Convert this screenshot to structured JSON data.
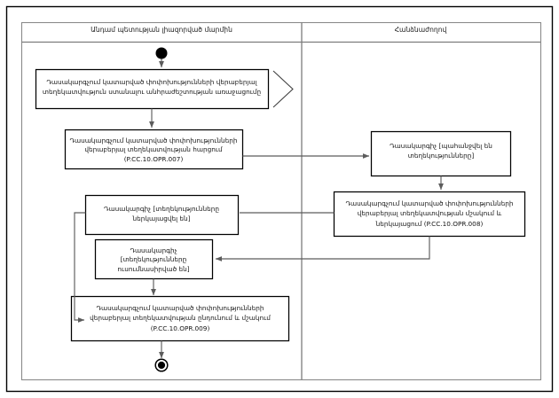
{
  "diagram": {
    "type": "uml-activity-diagram",
    "title": "",
    "background_color": "#ffffff",
    "line_color": "#5c5c5c",
    "node_border_color": "#000000"
  },
  "lanes": [
    {
      "id": "lane-left",
      "title": "Անդամ պետության լիազորված մարմին"
    },
    {
      "id": "lane-right",
      "title": "Հանձնաժողով"
    }
  ],
  "nodes": {
    "initial": {
      "name": "initial-node",
      "kind": "initial"
    },
    "final": {
      "name": "final-node",
      "kind": "final"
    },
    "n1": {
      "kind": "accept-event",
      "lines": [
        "Դասակարգչում կատարված փոփոխությունների վերաբերյալ",
        "տեղեկատվություն ստանալու անհրաժեշտության առաջացումը"
      ]
    },
    "n2": {
      "kind": "action",
      "lines": [
        "Դասակարգչում կատարված փոփոխությունների",
        "վերաբերյալ տեղեկատվության հարցում",
        "(P.CC.10.OPR.007)"
      ]
    },
    "n3": {
      "kind": "object",
      "lines": [
        "Դասակարգիչ [պահանջվել են",
        "տեղեկությունները]"
      ]
    },
    "n4": {
      "kind": "action",
      "lines": [
        "Դասակարգչում կատարված փոփոխությունների",
        "վերաբերյալ տեղեկատվության մշակում և",
        "ներկայացում (P.CC.10.OPR.008)"
      ]
    },
    "n5": {
      "kind": "object",
      "lines": [
        "Դասակարգիչ [տեղեկությունները",
        "ներկայացվել են]"
      ]
    },
    "n6": {
      "kind": "object",
      "lines": [
        "Դասակարգիչ",
        "[տեղեկությունները",
        "ուսումնասիրված են]"
      ]
    },
    "n7": {
      "kind": "action",
      "lines": [
        "Դասակարգչում կատարված փոփոխությունների",
        "վերաբերյալ տեղեկատվության ընդունում և մշակում",
        "(P.CC.10.OPR.009)"
      ]
    }
  },
  "flows": [
    {
      "name": "flow-initial-to-n1",
      "from": "initial",
      "to": "n1"
    },
    {
      "name": "flow-n1-to-n2",
      "from": "n1",
      "to": "n2"
    },
    {
      "name": "flow-n2-to-n3",
      "from": "n2",
      "to": "n3"
    },
    {
      "name": "flow-n3-to-n4",
      "from": "n3",
      "to": "n4"
    },
    {
      "name": "flow-n4-to-n5",
      "from": "n4",
      "to": "n5"
    },
    {
      "name": "flow-n4-to-n6",
      "from": "n4",
      "to": "n6"
    },
    {
      "name": "flow-n6-to-n7",
      "from": "n6",
      "to": "n7"
    },
    {
      "name": "flow-n5-to-n7",
      "from": "n5",
      "to": "n7"
    },
    {
      "name": "flow-n7-to-final",
      "from": "n7",
      "to": "final"
    }
  ]
}
